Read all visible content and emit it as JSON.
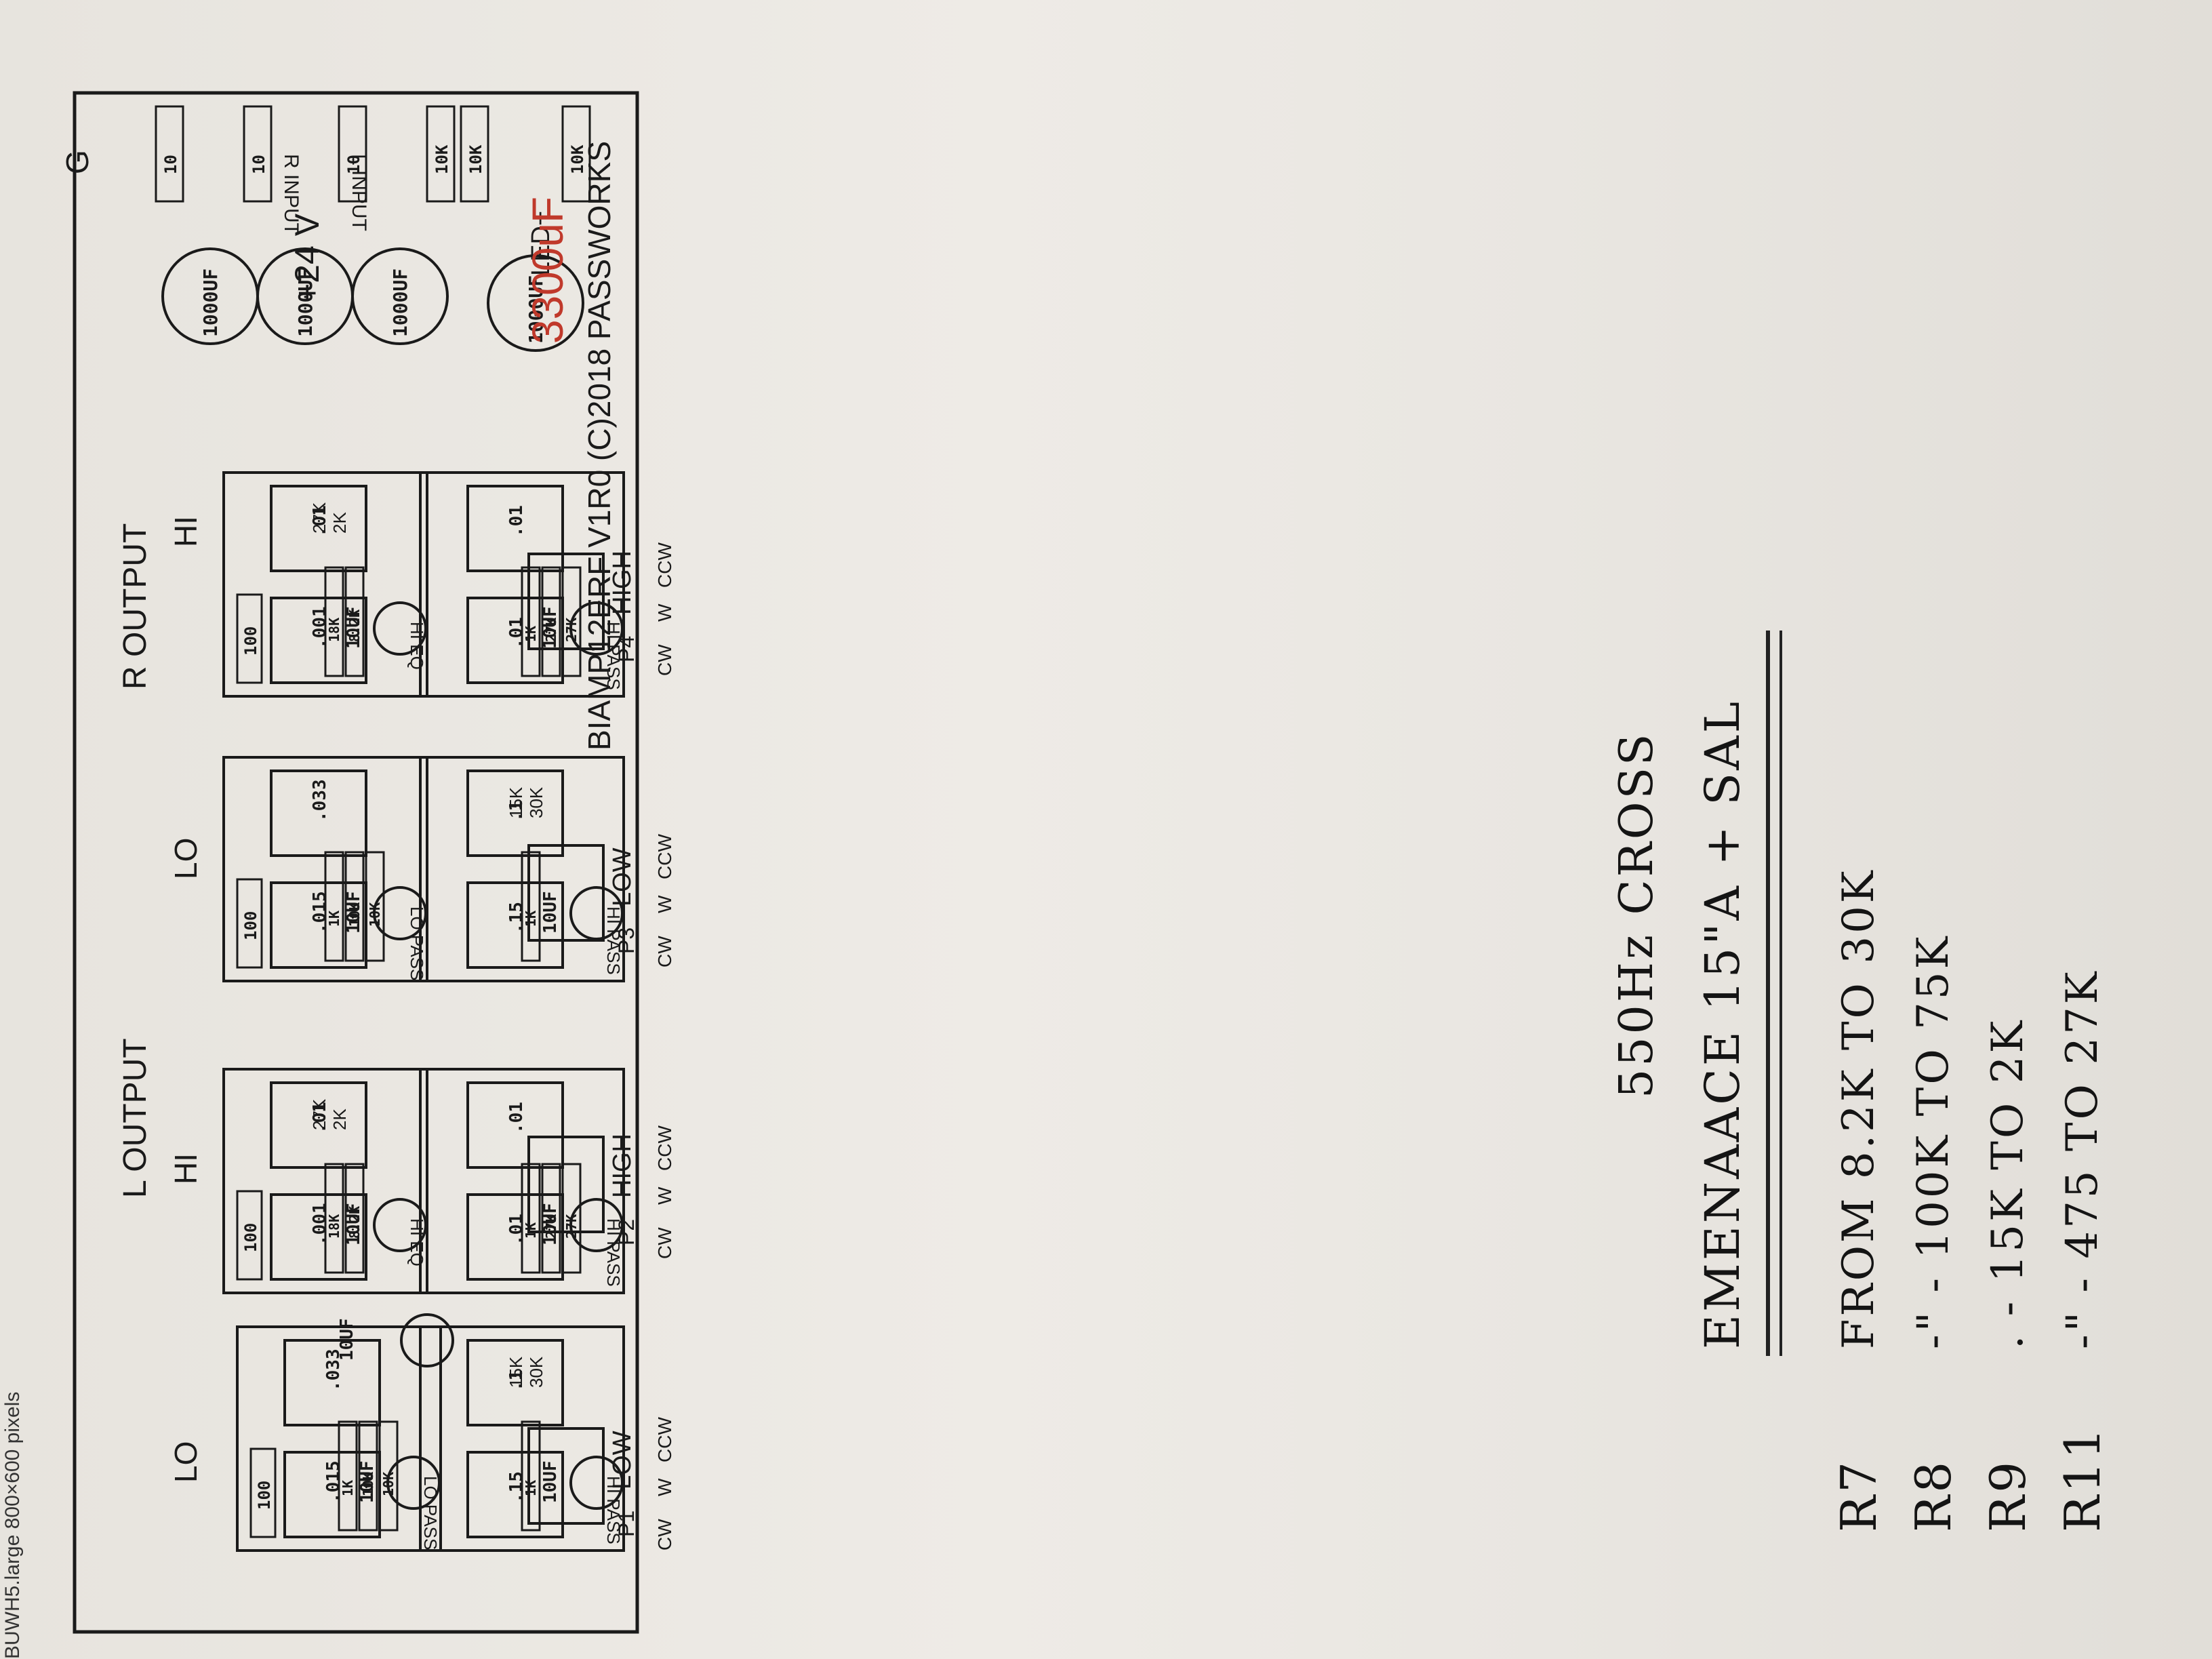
{
  "caption": "BUWH5.large 800×600 pixels",
  "board": {
    "title": "BIAMP12ERF V1R0 (C)2018 PASSWORKS",
    "corner_mark": "G",
    "voltage": "+24 V",
    "led": "LED+",
    "outputs": {
      "left": "L OUTPUT",
      "right": "R OUTPUT"
    },
    "inputs": {
      "left": "L INPUT",
      "right": "R INPUT"
    },
    "channel_labels": {
      "lo": "LO",
      "hi": "HI"
    },
    "pot_tags": {
      "cw": "CW",
      "w": "W",
      "ccw": "CCW"
    },
    "pots": [
      {
        "id": "P1",
        "label": "LOW"
      },
      {
        "id": "P2",
        "label": "HIGH"
      },
      {
        "id": "P3",
        "label": "LOW"
      },
      {
        "id": "P4",
        "label": "HIGH"
      }
    ],
    "supply": {
      "resistors": [
        "10",
        "10",
        "10",
        "10K",
        "10K",
        "10K"
      ],
      "caps": [
        "1000UF",
        "1000UF",
        "1000UF",
        "1000UF"
      ],
      "cap_override": "3300uF",
      "input_cap": "10UF"
    },
    "blocks": {
      "lo_pass": {
        "name": "LO PASS",
        "r100": "100",
        "cap": "10UF",
        "resistors": [
          "1K",
          "10K",
          "10K"
        ],
        "film": [
          ".015",
          ".033"
        ]
      },
      "hi_eq": {
        "name": "HI EQ",
        "r100": "100",
        "cap": "10UF",
        "resistors": [
          "18K",
          "8.2K"
        ],
        "film": [
          ".001",
          ".01"
        ],
        "notes": [
          "27K",
          "2K"
        ]
      },
      "hi_pass_a": {
        "name": "HI PASS",
        "cap": "10UF",
        "resistors": [
          "1K"
        ],
        "film": [
          ".15",
          ".1"
        ],
        "notes": [
          "15K",
          "30K"
        ]
      },
      "hi_pass_b": {
        "name": "HI PASS",
        "cap": "10UF",
        "resistors": [
          "1K",
          "27K",
          "27K"
        ],
        "film": [
          ".01",
          ".01"
        ]
      },
      "dot": "•",
      "plus": "+"
    }
  },
  "notes": {
    "heading": "550Hz CROSS",
    "subheading": "EMENAACE 15\"A + SAL",
    "rows": [
      {
        "ref": "R7",
        "text": "FROM 8.2K TO 30K"
      },
      {
        "ref": "R8",
        "text": "-\" - 100K TO 75K"
      },
      {
        "ref": "R9",
        "text": ". - 15K TO 2K"
      },
      {
        "ref": "R11",
        "text": "-\" - 475 TO 27K"
      }
    ]
  },
  "colors": {
    "ink": "#1a1a1a",
    "red_ink": "#c0392b",
    "paper": "#eeebe6"
  }
}
